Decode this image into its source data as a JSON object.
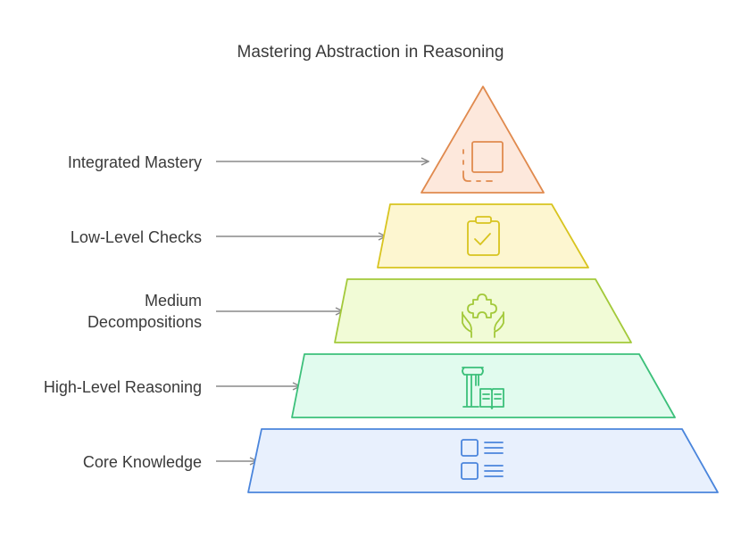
{
  "title": "Mastering Abstraction in Reasoning",
  "levels": [
    {
      "label_lines": [
        "Integrated Mastery"
      ],
      "icon": "frame-selection-icon",
      "fill": "#fde8dc",
      "stroke": "#e08a4e"
    },
    {
      "label_lines": [
        "Low-Level Checks"
      ],
      "icon": "clipboard-check-icon",
      "fill": "#fdf6d0",
      "stroke": "#d8c41f"
    },
    {
      "label_lines": [
        "Medium",
        "Decompositions"
      ],
      "icon": "hands-puzzle-icon",
      "fill": "#f1fbd6",
      "stroke": "#a3c93a"
    },
    {
      "label_lines": [
        "High-Level Reasoning"
      ],
      "icon": "column-book-icon",
      "fill": "#e1fbee",
      "stroke": "#3cc07a"
    },
    {
      "label_lines": [
        "Core Knowledge"
      ],
      "icon": "list-checkboxes-icon",
      "fill": "#e8f0fd",
      "stroke": "#4a85dc"
    }
  ]
}
